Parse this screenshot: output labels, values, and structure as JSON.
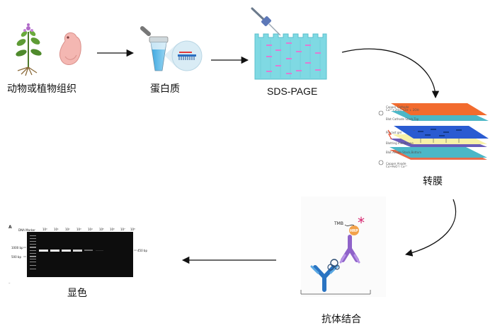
{
  "steps": {
    "source": "动物或植物组织",
    "protein": "蛋白质",
    "sds_page": "SDS-PAGE",
    "transfer": "转膜",
    "antibody": "抗体结合",
    "display": "显色"
  },
  "transfer_layer_labels": [
    "Copper Cathode",
    "Blot Cathode Stack,Top",
    "Precast gel",
    "Blotting membrane",
    "Blot Anode Stack,Bottom",
    "Copper Anode"
  ],
  "transfer_layer_sublabels": [
    "Cu²⁺+2H₂O+2e⁻↓ 2OH⁻",
    "Cu+H₂O↑ Cu²⁺"
  ],
  "antibody_labels": {
    "tmb": "TMB",
    "hrp": "HRP"
  },
  "gel": {
    "panel_letter": "A",
    "marker_title": "DNA Marker",
    "left_marks": [
      "1000 bp",
      "500 bp"
    ],
    "right_mark": "450 bp",
    "lane_labels": [
      "10⁰",
      "10¹",
      "10²",
      "10³",
      "10⁴",
      "10⁵",
      "10⁶",
      "10⁷",
      "10⁸"
    ]
  },
  "colors": {
    "gel_blue": "#7fd9e3",
    "gel_band": "#e07ad3",
    "arrow": "#111111"
  }
}
